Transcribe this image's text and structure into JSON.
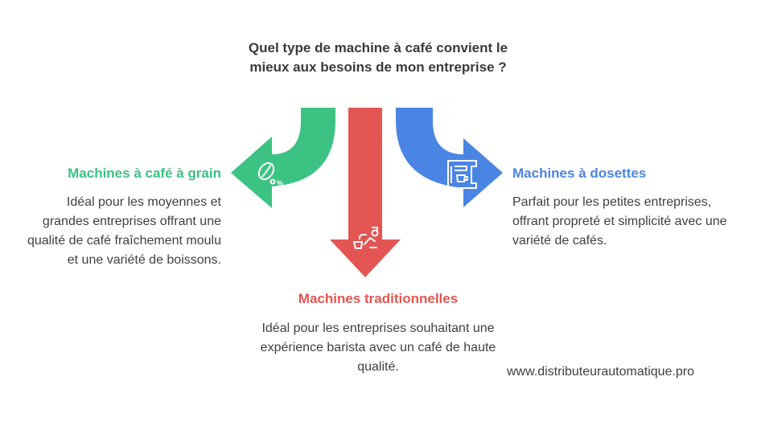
{
  "question": "Quel type de machine à café convient le mieux aux besoins de mon entreprise ?",
  "options": {
    "left": {
      "title": "Machines à café à grain",
      "description": "Idéal pour les moyennes et grandes entreprises offrant une qualité de café fraîchement moulu et une variété de boissons.",
      "color": "#3cc282",
      "icon": "coffee-bean-icon"
    },
    "center": {
      "title": "Machines traditionnelles",
      "description": "Idéal pour les entreprises souhaitant une expérience barista avec un café de haute qualité.",
      "color": "#e35552",
      "icon": "barista-icon"
    },
    "right": {
      "title": "Machines à dosettes",
      "description": "Parfait pour les petites entreprises, offrant propreté et simplicité avec une variété de cafés.",
      "color": "#4a85e3",
      "icon": "coffee-machine-icon"
    }
  },
  "website": "www.distributeurautomatique.pro"
}
